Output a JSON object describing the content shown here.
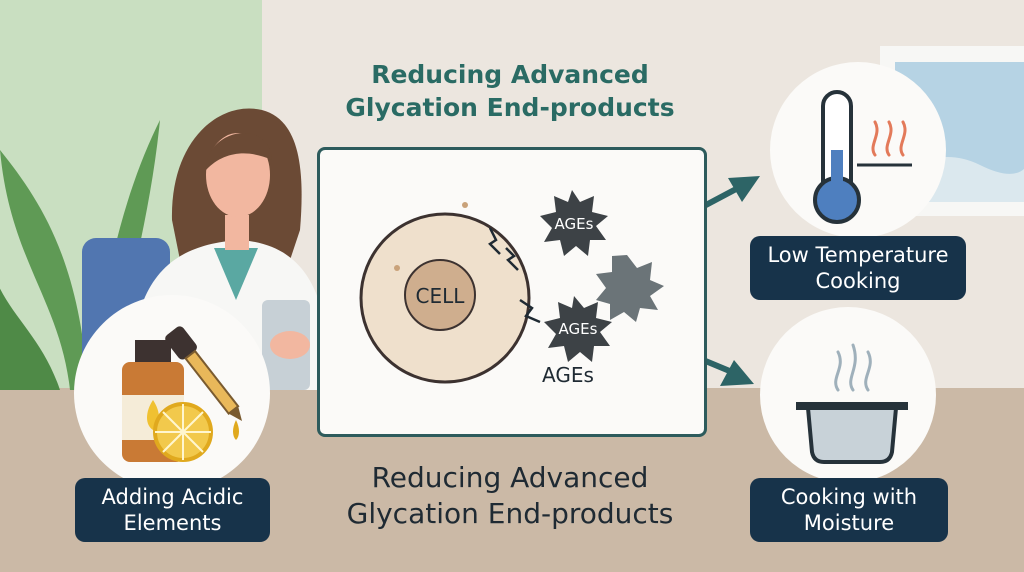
{
  "title_top": [
    "Reducing Advanced",
    "Glycation End-products"
  ],
  "title_bottom": [
    "Reducing Advanced",
    "Glycation End-products"
  ],
  "diagram": {
    "cell_label": "CELL",
    "ages_badge_1": "AGEs",
    "ages_badge_2": "AGEs",
    "ages_free_label": "AGEs"
  },
  "labels": {
    "acidic": [
      "Adding Acidic",
      "Elements"
    ],
    "low_temp": [
      "Low Temperature",
      "Cooking"
    ],
    "moisture": [
      "Cooking with",
      "Moisture"
    ]
  },
  "colors": {
    "title_teal": "#2a6b64",
    "label_navy": "#17334a",
    "arrow_teal": "#2d6466",
    "cell_fill": "#efe0cc",
    "nucleus_fill": "#cfae8e",
    "ages_dark": "#3d4246"
  }
}
